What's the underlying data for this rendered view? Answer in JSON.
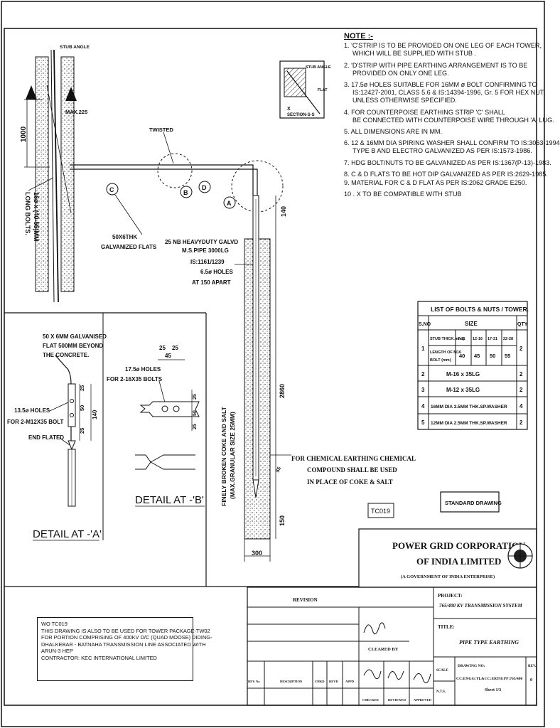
{
  "notes": {
    "title": "NOTE :-",
    "items": [
      {
        "l1": "1. 'C'STRIP IS TO BE PROVIDED ON ONE LEG OF EACH TOWER,",
        "l2": "WHICH WILL BE SUPPLIED WITH STUB ."
      },
      {
        "l1": "2. 'D'STRIP WITH PIPE EARTHING ARRANGEMENT IS TO BE",
        "l2": "PROVIDED ON ONLY ONE LEG."
      },
      {
        "l1": "3. 17.5ø HOLES SUITABLE FOR 16MM ø BOLT CONFIRMING TO",
        "l2": "IS:12427-2001, CLASS 5.6 & IS:14394-1996, Gr. 5 FOR HEX NUT",
        "l3": "UNLESS OTHERWISE SPECIFIED."
      },
      {
        "l1": "4. FOR COUNTERPOISE EARTHING STRIP 'C' SHALL",
        "l2": "BE CONNECTED WITH COUNTERPOISE WIRE THROUGH 'A' LUG."
      },
      {
        "l1": "5. ALL DIMENSIONS ARE IN MM."
      },
      {
        "l1": "6. 12 & 16MM DIA SPIRING WASHER SHALL CONFIRM TO IS:3063-1994",
        "l2": "TYPE B AND ELECTRO GALVANIZED AS PER IS:1573-1986."
      },
      {
        "l1": "7. HDG BOLT/NUTS TO BE GALVANIZED AS PER IS:1367(P-13)-1983."
      },
      {
        "l1": "8. C & D FLATS TO BE HOT DIP GALVANIZED AS PER IS:2629-1985."
      },
      {
        "l1": "9. MATERIAL FOR C & D FLAT AS PER IS:2062 GRADE E250."
      },
      {
        "l1": "10 . X TO BE COMPATIBLE WITH STUB"
      }
    ]
  },
  "bolt_table": {
    "title": "LIST OF BOLTS & NUTS / TOWER.",
    "headers": {
      "sno": "S.NO",
      "size": "SIZE",
      "qty": "QTY"
    },
    "row1": {
      "sno": "1",
      "stub_label": "STUB THICK.(mm)",
      "length_label": "LENGTH OF M16 BOLT (mm)",
      "length_label_a": "LENGTH OF M16",
      "length_label_b": "BOLT (mm)",
      "ranges": [
        "7-11",
        "12-16",
        "17-21",
        "22-28"
      ],
      "lengths": [
        "40",
        "45",
        "50",
        "55"
      ],
      "qty": "2"
    },
    "rows": [
      {
        "sno": "2",
        "size": "M-16 x 35LG",
        "qty": "2"
      },
      {
        "sno": "3",
        "size": "M-12 x 35LG",
        "qty": "2"
      },
      {
        "sno": "4",
        "size": "16MM DIA 3.5MM THK.SP.WASHER",
        "qty": "4"
      },
      {
        "sno": "5",
        "size": "12MM DIA 2.5MM THK.SP.WASHER",
        "qty": "2"
      }
    ]
  },
  "labels": {
    "stub_angle": "STUB ANGLE",
    "max225": "MAX.225",
    "dim1000": "1000",
    "long_bolts_a": "16ø x (40-55)MM",
    "long_bolts_b": "LONG BOLTS.",
    "twisted": "TWISTED",
    "circle_c": "C",
    "circle_b": "B",
    "circle_d": "D",
    "circle_a": "A",
    "flats_a": "50X6THK",
    "flats_b": "GALVANIZED FLATS",
    "pipe_a": "25 NB HEAVYDUTY GALVD",
    "pipe_b": "M.S.PIPE 3000LG",
    "pipe_c": "IS:1161/1239",
    "pipe_d": "6.5ø HOLES",
    "pipe_e": "AT 150 APART",
    "dim140": "140",
    "dim2860": "2860",
    "dim150": "150",
    "dim300": "300",
    "dim55": "55",
    "coke_a": "FINELY BROKEN COKE AND SALT",
    "coke_b": "(MAX.GRANULAR SIZE 25MM)",
    "chem_a": "FOR CHEMICAL EARTHING CHEMICAL",
    "chem_b": "COMPOUND SHALL BE USED",
    "chem_c": "IN PLACE OF COKE & SALT",
    "section": "SECTION-S-S",
    "stub_angle_small": "STUB ANGLE",
    "flat": "FLAT",
    "s_mark": "S",
    "x_mark": "X",
    "detA_flat_a": "50 X 6MM GALVANISED",
    "detA_flat_b": "FLAT 500MM BEYOND",
    "detA_flat_c": "THE CONCRETE.",
    "detA_holes_a": "13.5ø HOLES",
    "detA_holes_b": "FOR 2-M12X35 BOLT",
    "detA_end": "END FLATED",
    "detA_d25a": "25",
    "detA_d50": "50",
    "detA_d25b": "25",
    "detA_d140": "140",
    "detA_title": "DETAIL AT -'A'",
    "detB_d25a": "25",
    "detB_d25b": "25",
    "detB_d45": "45",
    "detB_holes_a": "17.5ø HOLES",
    "detB_holes_b": "FOR 2-16X35 BOLTS",
    "detB_dv25a": "25",
    "detB_dv50": "50",
    "detB_dv25b": "25",
    "detB_title": "DETAIL AT -'B'",
    "tc019": "TC019",
    "standard_drawing": "STANDARD DRAWING"
  },
  "title_block": {
    "org_a": "POWER GRID CORPORATION",
    "org_b": "OF INDIA LIMITED",
    "org_c": "(A GOVERNMENT OF INDIA ENTERPRISE)",
    "revision": "REVISION",
    "project_label": "PROJECT:",
    "project": "765/400 KV TRANSMISSION SYSTEM",
    "title_label": "TITLE:",
    "title": "PIPE TYPE EARTHING",
    "cleared_by": "CLEARED BY",
    "cols": [
      "REV. No",
      "DESCRIPTION",
      "CHKD",
      "REVD",
      "APPD"
    ],
    "sign_cols": [
      "CHECKED",
      "REVIEWED",
      "APPROVED"
    ],
    "scale_label": "SCALE",
    "scale": "N.T.S.",
    "drawing_no_label": "DRAWING NO:",
    "drawing_no": "CC:ENGG:TL&CC:ERTH:PP:765/400",
    "sheet": "Sheet 1/3",
    "rev_label": "REV.",
    "rev": "0"
  },
  "wo_box": {
    "l1": "WO TC019",
    "l2": "THIS DRAWING IS ALSO TO BE USED FOR TOWER PACKAGE-TW02",
    "l3": "FOR PORTION COMPRISING OF 400KV D/C (QUAD MOOSE) DIDING-",
    "l4": "DHALKEBAR - BATNAHA TRANSMISSION LINE ASSOCIATED WITH",
    "l5": "ARUN-3 HEP",
    "l6": "CONTRACTOR: KEC INTERNATIONAL LIMITED"
  }
}
